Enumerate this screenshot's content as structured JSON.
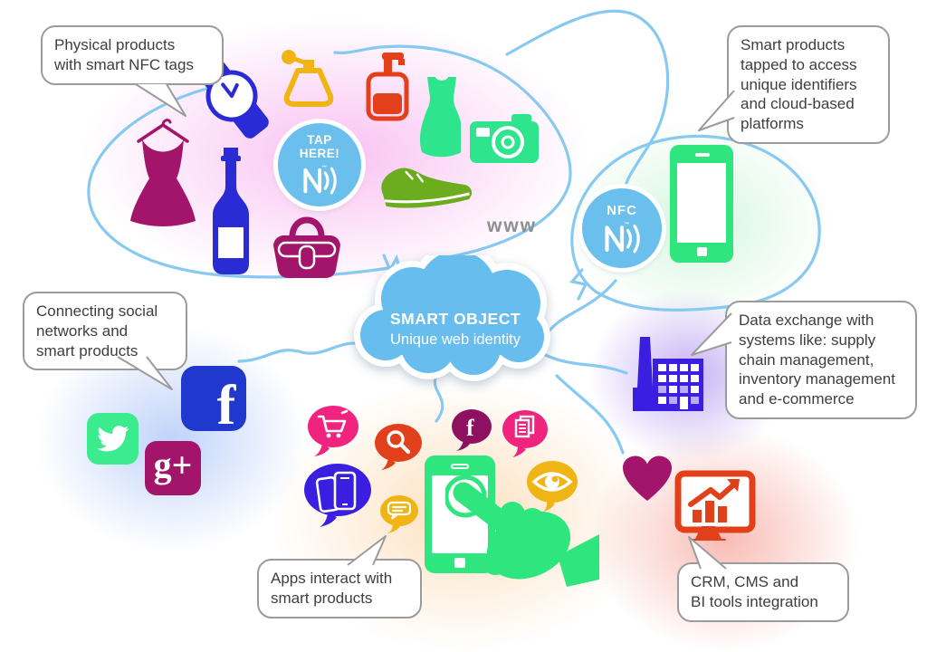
{
  "cloud": {
    "title": "SMART OBJECT",
    "subtitle": "Unique web identity"
  },
  "badges": {
    "tap_here": "TAP\nHERE!",
    "nfc": "NFC"
  },
  "labels": {
    "www": "www"
  },
  "callouts": {
    "physical_products": "Physical products\nwith smart NFC tags",
    "smart_products": "Smart products\ntapped to access\nunique identifiers\nand cloud-based\nplatforms",
    "social_networks": "Connecting social\nnetworks and\nsmart products",
    "data_exchange": "Data exchange with\nsystems like: supply\nchain management,\ninventory management\nand e-commerce",
    "apps_interact": "Apps interact with\nsmart products",
    "crm": "CRM, CMS and\nBI tools integration"
  },
  "social": {
    "facebook": "f",
    "googleplus": "g+"
  },
  "icons": [
    "dress-hanger-icon",
    "watch-icon",
    "perfume-icon",
    "soap-pump-icon",
    "teal-dress-icon",
    "camera-icon",
    "sneaker-icon",
    "wine-bottle-icon",
    "handbag-icon",
    "nfc-tap-badge",
    "nfc-badge",
    "smartphone-icon",
    "facebook-icon",
    "twitter-icon",
    "googleplus-icon",
    "factory-icon",
    "cart-bubble-icon",
    "search-bubble-icon",
    "facebook-bubble-icon",
    "documents-bubble-icon",
    "phones-bubble-icon",
    "chat-bubble-icon",
    "eye-bubble-icon",
    "tap-phone-icon",
    "hand-icon",
    "heart-icon",
    "bi-monitor-icon",
    "cloud-icon"
  ],
  "colors": {
    "line_blue": "#87c9f1",
    "badge_blue": "#6bbfed",
    "cloud_blue": "#67bdee",
    "green": "#2ee57e",
    "teal_green": "#2ee58e",
    "olive": "#6cac1f",
    "magenta": "#a3156b",
    "pink": "#f0247e",
    "plum": "#8e1060",
    "royal_blue": "#2b2bd5",
    "facebook_blue": "#2138ce",
    "violet_blue": "#3a1fe0",
    "gold": "#f0b414",
    "red_orange": "#e2401b",
    "gray_text": "#3e3e3e"
  }
}
